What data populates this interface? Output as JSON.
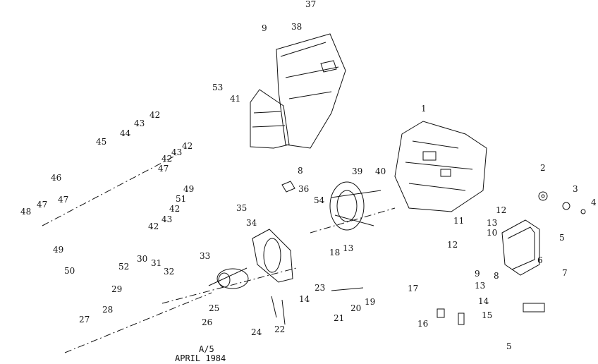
{
  "figure": {
    "caption_code": "A/5",
    "caption_date": "APRIL 1984"
  },
  "callouts": [
    "37",
    "9",
    "38",
    "53",
    "41",
    "1",
    "42",
    "43",
    "44",
    "45",
    "42",
    "42",
    "43",
    "47",
    "46",
    "47",
    "48",
    "47",
    "8",
    "39",
    "40",
    "36",
    "2",
    "3",
    "4",
    "49",
    "51",
    "42",
    "54",
    "35",
    "12",
    "5",
    "43",
    "42",
    "34",
    "11",
    "13",
    "49",
    "18",
    "13",
    "10",
    "12",
    "50",
    "33",
    "52",
    "30",
    "31",
    "32",
    "6",
    "9",
    "7",
    "8",
    "13",
    "17",
    "29",
    "23",
    "28",
    "14",
    "25",
    "19",
    "20",
    "14",
    "27",
    "26",
    "21",
    "15",
    "16",
    "24",
    "22",
    "5"
  ],
  "colors": {
    "ink": "#111111",
    "paper": "#ffffff"
  }
}
